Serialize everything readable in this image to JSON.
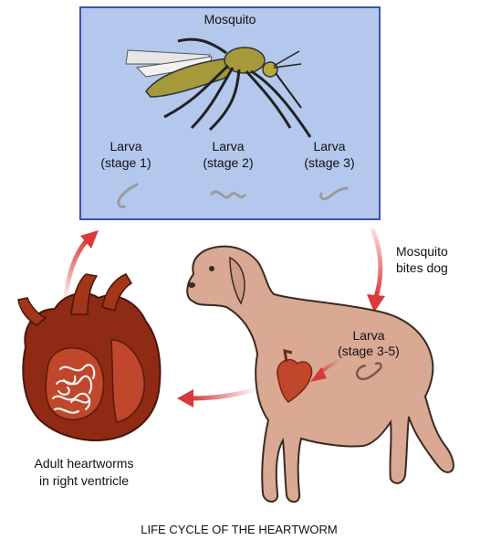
{
  "diagram": {
    "mosquito_label": "Mosquito",
    "larva_stage1": {
      "line1": "Larva",
      "line2": "(stage 1)"
    },
    "larva_stage2": {
      "line1": "Larva",
      "line2": "(stage 2)"
    },
    "larva_stage3": {
      "line1": "Larva",
      "line2": "(stage 3)"
    },
    "bite_label": {
      "line1": "Mosquito",
      "line2": "bites dog"
    },
    "dog_larva": {
      "line1": "Larva",
      "line2": "(stage 3-5)"
    },
    "adult_label": {
      "line1": "Adult heartworms",
      "line2": "in right ventricle"
    },
    "caption": "LIFE CYCLE OF THE HEARTWORM"
  },
  "colors": {
    "mosquito_panel": "#b3c8ec",
    "panel_border": "#3e54a6",
    "arrow": "#d73a3a",
    "dog_fill": "#d9a994",
    "heart_dark": "#8f2a14",
    "heart_mid": "#c0472c",
    "mosquito_body": "#a59a3a",
    "worm": "#9b9b9b"
  }
}
